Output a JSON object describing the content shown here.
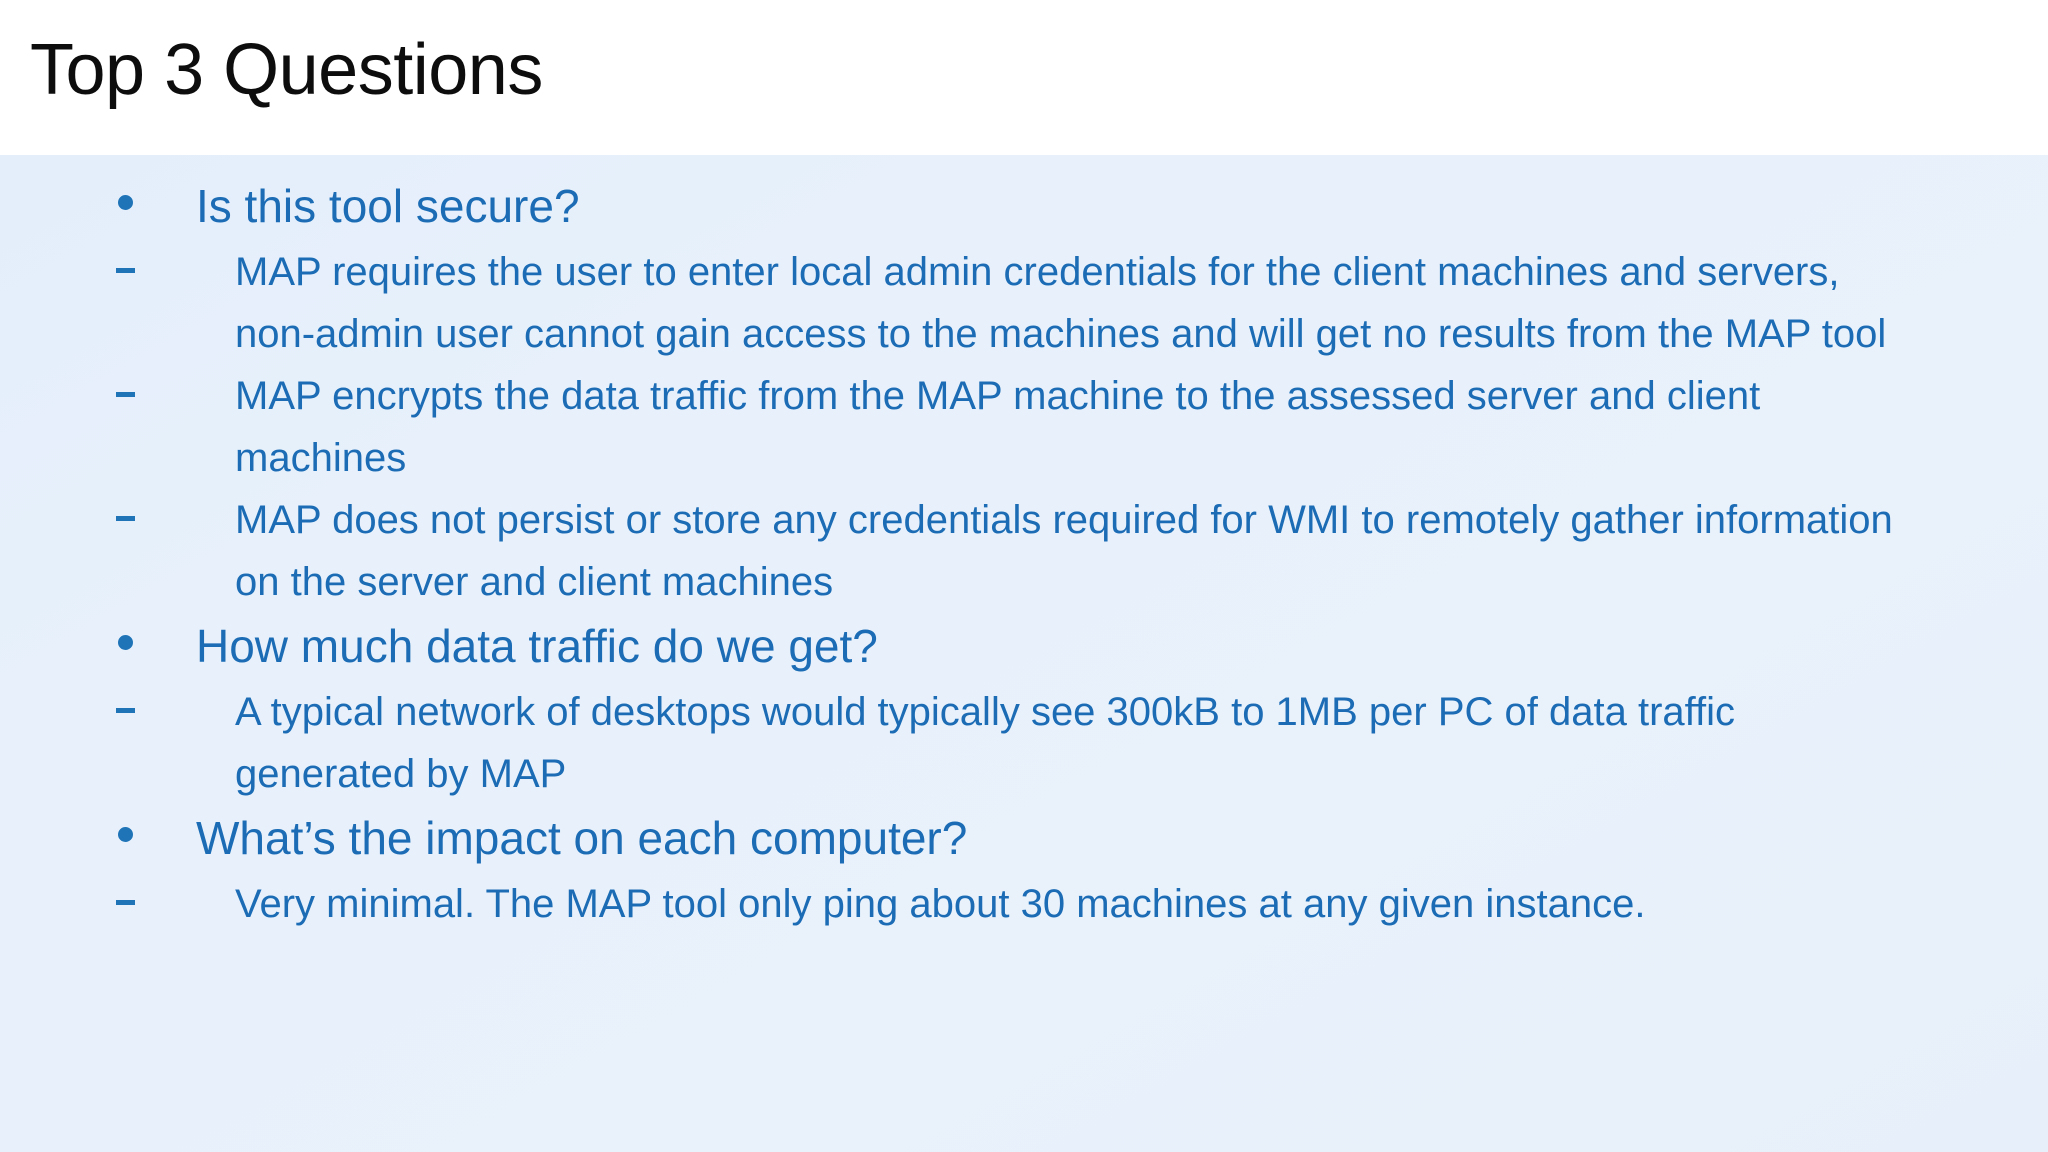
{
  "slide": {
    "title": "Top 3 Questions",
    "title_color": "#0d0d0d",
    "body_bg_start": "#e4eefb",
    "body_bg_end": "#e7effa",
    "text_color": "#1b6cb5",
    "bullet_dot_icon": "bullet-dot-icon",
    "bullet_dash_icon": "bullet-dash-icon"
  },
  "bullets": [
    {
      "level": 1,
      "marker": "•",
      "text": "Is this tool secure?"
    },
    {
      "level": 2,
      "marker": "-",
      "text": "MAP requires the user to enter local admin credentials for the client machines and servers, non-admin user cannot gain access to the machines and will get no results from the MAP tool"
    },
    {
      "level": 2,
      "marker": "-",
      "text": "MAP encrypts the data traffic from the MAP machine to the assessed server and client machines"
    },
    {
      "level": 2,
      "marker": "-",
      "text": "MAP does not persist or store any credentials required for WMI to remotely gather information on the server and client machines"
    },
    {
      "level": 1,
      "marker": "•",
      "text": "How much data traffic do we get?"
    },
    {
      "level": 2,
      "marker": "-",
      "text": "A typical network of desktops would typically see 300kB to 1MB per PC of data traffic generated by MAP"
    },
    {
      "level": 1,
      "marker": "•",
      "text": "What’s the impact on each computer?"
    },
    {
      "level": 2,
      "marker": "-",
      "text": "Very minimal. The MAP tool only ping about 30 machines at any given instance."
    }
  ]
}
